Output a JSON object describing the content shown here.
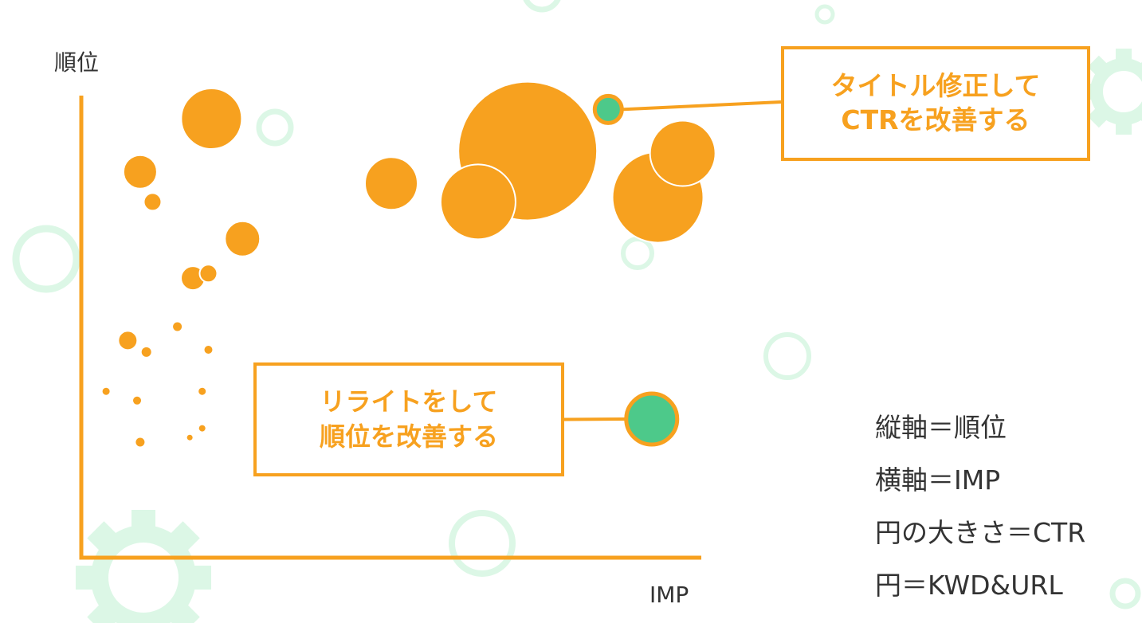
{
  "colors": {
    "bubble": "#f7a11f",
    "highlight": "#4dc98a",
    "axis": "#f7a11f",
    "decor": "#dcf7e6",
    "text": "#333333"
  },
  "chart_data": {
    "type": "scatter",
    "title": "",
    "xlabel": "IMP",
    "ylabel": "順位",
    "xlim": [
      0,
      100
    ],
    "ylim": [
      0,
      100
    ],
    "grid": false,
    "size_encoding": "CTR",
    "points": [
      {
        "x": 21,
        "y": 95,
        "size": 38
      },
      {
        "x": 9.5,
        "y": 83.5,
        "size": 21
      },
      {
        "x": 11.5,
        "y": 77,
        "size": 11
      },
      {
        "x": 26,
        "y": 69,
        "size": 22
      },
      {
        "x": 18,
        "y": 60.5,
        "size": 15
      },
      {
        "x": 20.5,
        "y": 61.5,
        "size": 11
      },
      {
        "x": 7.5,
        "y": 47,
        "size": 12
      },
      {
        "x": 10.5,
        "y": 44.5,
        "size": 6
      },
      {
        "x": 15.5,
        "y": 50,
        "size": 5.5
      },
      {
        "x": 20.5,
        "y": 45,
        "size": 5
      },
      {
        "x": 4,
        "y": 36,
        "size": 4.5
      },
      {
        "x": 9,
        "y": 34,
        "size": 5
      },
      {
        "x": 19.5,
        "y": 36,
        "size": 4.5
      },
      {
        "x": 19.5,
        "y": 28,
        "size": 4
      },
      {
        "x": 17.5,
        "y": 26,
        "size": 3.5
      },
      {
        "x": 9.5,
        "y": 25,
        "size": 5.5
      },
      {
        "x": 50,
        "y": 81,
        "size": 33
      },
      {
        "x": 72,
        "y": 88,
        "size": 87
      },
      {
        "x": 64,
        "y": 77,
        "size": 47
      },
      {
        "x": 93,
        "y": 78,
        "size": 57
      },
      {
        "x": 97,
        "y": 87.5,
        "size": 41
      },
      {
        "x": 85,
        "y": 97,
        "size": 17,
        "highlight": true
      },
      {
        "x": 92,
        "y": 30,
        "size": 32,
        "highlight": true
      }
    ]
  },
  "callouts": {
    "title_fix": {
      "line1": "タイトル修正して",
      "line2": "CTRを改善する"
    },
    "rewrite": {
      "line1": "リライトをして",
      "line2": "順位を改善する"
    }
  },
  "legend": [
    "縦軸＝順位",
    "横軸＝IMP",
    "円の大きさ＝CTR",
    "円＝KWD&URL"
  ]
}
